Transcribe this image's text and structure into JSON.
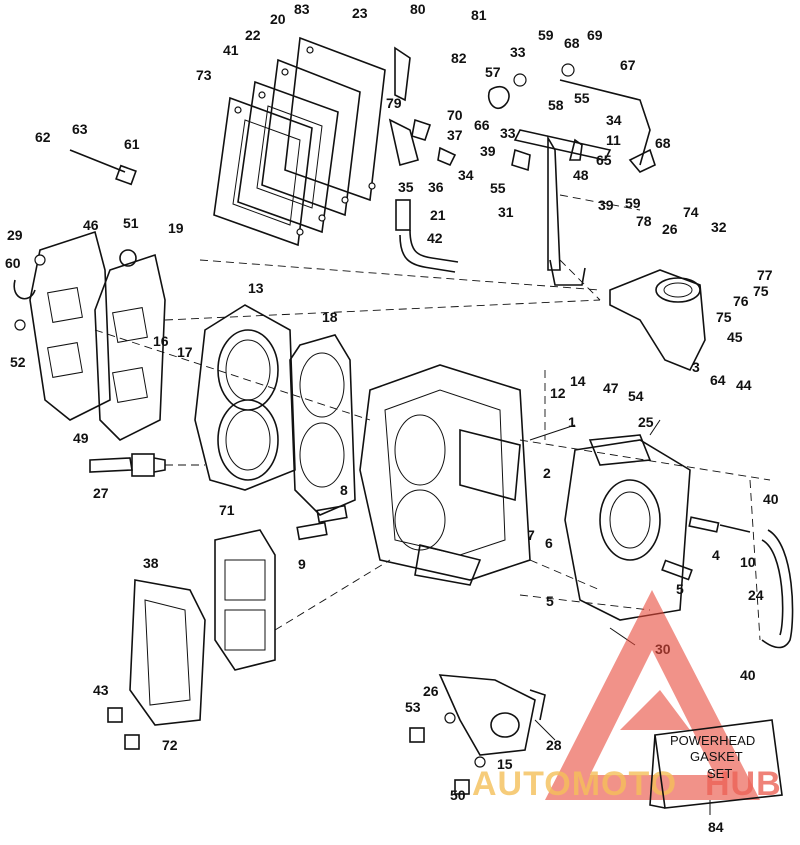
{
  "diagram": {
    "part_numbers": [
      "83",
      "23",
      "80",
      "81",
      "20",
      "22",
      "41",
      "73",
      "82",
      "33",
      "59",
      "68",
      "69",
      "67",
      "57",
      "55",
      "58",
      "34",
      "79",
      "70",
      "37",
      "66",
      "11",
      "33",
      "39",
      "65",
      "68",
      "48",
      "35",
      "36",
      "34",
      "55",
      "59",
      "39",
      "62",
      "63",
      "61",
      "21",
      "31",
      "42",
      "78",
      "74",
      "26",
      "32",
      "77",
      "29",
      "46",
      "51",
      "19",
      "75",
      "76",
      "60",
      "13",
      "75",
      "45",
      "18",
      "52",
      "16",
      "17",
      "14",
      "3",
      "47",
      "64",
      "44",
      "12",
      "54",
      "49",
      "25",
      "1",
      "27",
      "2",
      "8",
      "40",
      "7",
      "6",
      "10",
      "4",
      "9",
      "71",
      "5",
      "5",
      "24",
      "38",
      "30",
      "26",
      "43",
      "53",
      "28",
      "15",
      "72",
      "50",
      "84",
      "40"
    ],
    "kit_box": {
      "line1": "POWERHEAD",
      "line2": "GASKET",
      "line3": "SET"
    }
  },
  "watermark": {
    "text_left": "AUTOMOTO",
    "text_right": "HUB",
    "color_red": "#e8483a",
    "color_gold": "#f2b43c"
  }
}
